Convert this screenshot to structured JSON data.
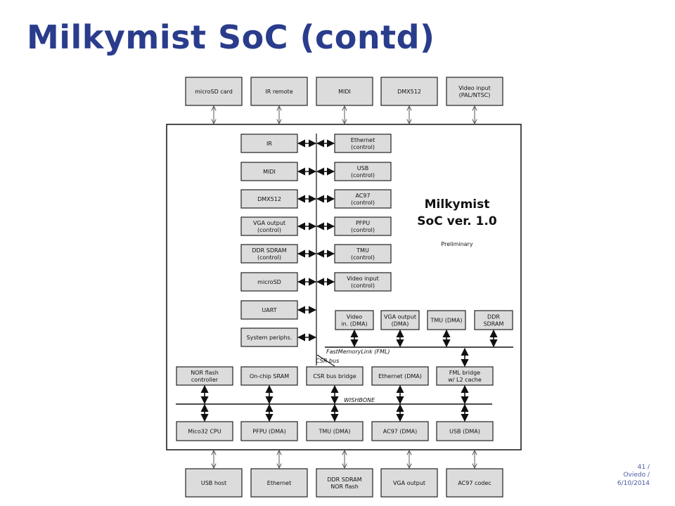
{
  "slide": {
    "title": "Milkymist SoC (contd)",
    "footer": {
      "page": "41 /",
      "location": "Oviedo /",
      "date": "6/10/2014"
    }
  },
  "diagram": {
    "heading_lines": [
      "Milkymist",
      "SoC ver. 1.0"
    ],
    "subtitle": "Preliminary",
    "buses": {
      "fml": "FastMemoryLink (FML)",
      "csr": "CSR bus",
      "wishbone": "WISHBONE"
    },
    "external_top": [
      {
        "id": "microsd-card",
        "lines": [
          "microSD card"
        ]
      },
      {
        "id": "ir-remote",
        "lines": [
          "IR remote"
        ]
      },
      {
        "id": "midi",
        "lines": [
          "MIDI"
        ]
      },
      {
        "id": "dmx512",
        "lines": [
          "DMX512"
        ]
      },
      {
        "id": "video-input",
        "lines": [
          "Video input",
          "(PAL/NTSC)"
        ]
      }
    ],
    "external_bottom": [
      {
        "id": "usb-host",
        "lines": [
          "USB host"
        ]
      },
      {
        "id": "ethernet",
        "lines": [
          "Ethernet"
        ]
      },
      {
        "id": "ddr-sdram-nor-flash",
        "lines": [
          "DDR SDRAM",
          "NOR flash"
        ]
      },
      {
        "id": "vga-output",
        "lines": [
          "VGA output"
        ]
      },
      {
        "id": "ac97-codec",
        "lines": [
          "AC97 codec"
        ]
      }
    ],
    "csr_left": [
      {
        "id": "ir",
        "lines": [
          "IR"
        ]
      },
      {
        "id": "midi",
        "lines": [
          "MIDI"
        ]
      },
      {
        "id": "dmx512",
        "lines": [
          "DMX512"
        ]
      },
      {
        "id": "vga-output-control",
        "lines": [
          "VGA output",
          "(control)"
        ]
      },
      {
        "id": "ddr-sdram-control",
        "lines": [
          "DDR SDRAM",
          "(control)"
        ]
      },
      {
        "id": "microsd",
        "lines": [
          "microSD"
        ]
      },
      {
        "id": "uart",
        "lines": [
          "UART"
        ]
      },
      {
        "id": "system-periphs",
        "lines": [
          "System periphs."
        ]
      }
    ],
    "csr_right": [
      {
        "id": "ethernet-control",
        "lines": [
          "Ethernet",
          "(control)"
        ]
      },
      {
        "id": "usb-control",
        "lines": [
          "USB",
          "(control)"
        ]
      },
      {
        "id": "ac97-control",
        "lines": [
          "AC97",
          "(control)"
        ]
      },
      {
        "id": "pfpu-control",
        "lines": [
          "PFPU",
          "(control)"
        ]
      },
      {
        "id": "tmu-control",
        "lines": [
          "TMU",
          "(control)"
        ]
      },
      {
        "id": "video-input-control",
        "lines": [
          "Video input",
          "(control)"
        ]
      }
    ],
    "fml_row": [
      {
        "id": "video-in-dma",
        "lines": [
          "Video",
          "in. (DMA)"
        ]
      },
      {
        "id": "vga-output-dma",
        "lines": [
          "VGA output",
          "(DMA)"
        ]
      },
      {
        "id": "tmu-dma",
        "lines": [
          "TMU (DMA)"
        ]
      },
      {
        "id": "ddr-sdram",
        "lines": [
          "DDR",
          "SDRAM"
        ]
      }
    ],
    "wishbone_upper": [
      {
        "id": "nor-flash-controller",
        "lines": [
          "NOR flash",
          "controller"
        ]
      },
      {
        "id": "on-chip-sram",
        "lines": [
          "On-chip SRAM"
        ]
      },
      {
        "id": "csr-bus-bridge",
        "lines": [
          "CSR bus bridge"
        ]
      },
      {
        "id": "ethernet-dma",
        "lines": [
          "Ethernet (DMA)"
        ]
      },
      {
        "id": "fml-bridge",
        "lines": [
          "FML bridge",
          "w/ L2 cache"
        ]
      }
    ],
    "wishbone_lower": [
      {
        "id": "mico32-cpu",
        "lines": [
          "Mico32 CPU"
        ]
      },
      {
        "id": "pfpu-dma",
        "lines": [
          "PFPU (DMA)"
        ]
      },
      {
        "id": "tmu-dma-wb",
        "lines": [
          "TMU (DMA)"
        ]
      },
      {
        "id": "ac97-dma",
        "lines": [
          "AC97 (DMA)"
        ]
      },
      {
        "id": "usb-dma",
        "lines": [
          "USB (DMA)"
        ]
      }
    ]
  }
}
